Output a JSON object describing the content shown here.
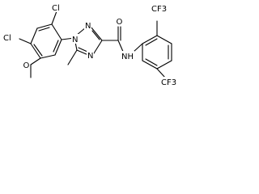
{
  "molecule": {
    "atom_labels": {
      "cl_upper": "Cl",
      "cl_left": "Cl",
      "methoxy_o": "O",
      "triazole_n1": "N",
      "triazole_n2": "N",
      "triazole_n4": "N",
      "carbonyl_o": "O",
      "amide_nh": "NH",
      "cf3_top": "CF3",
      "cf3_bottom": "CF3"
    }
  }
}
